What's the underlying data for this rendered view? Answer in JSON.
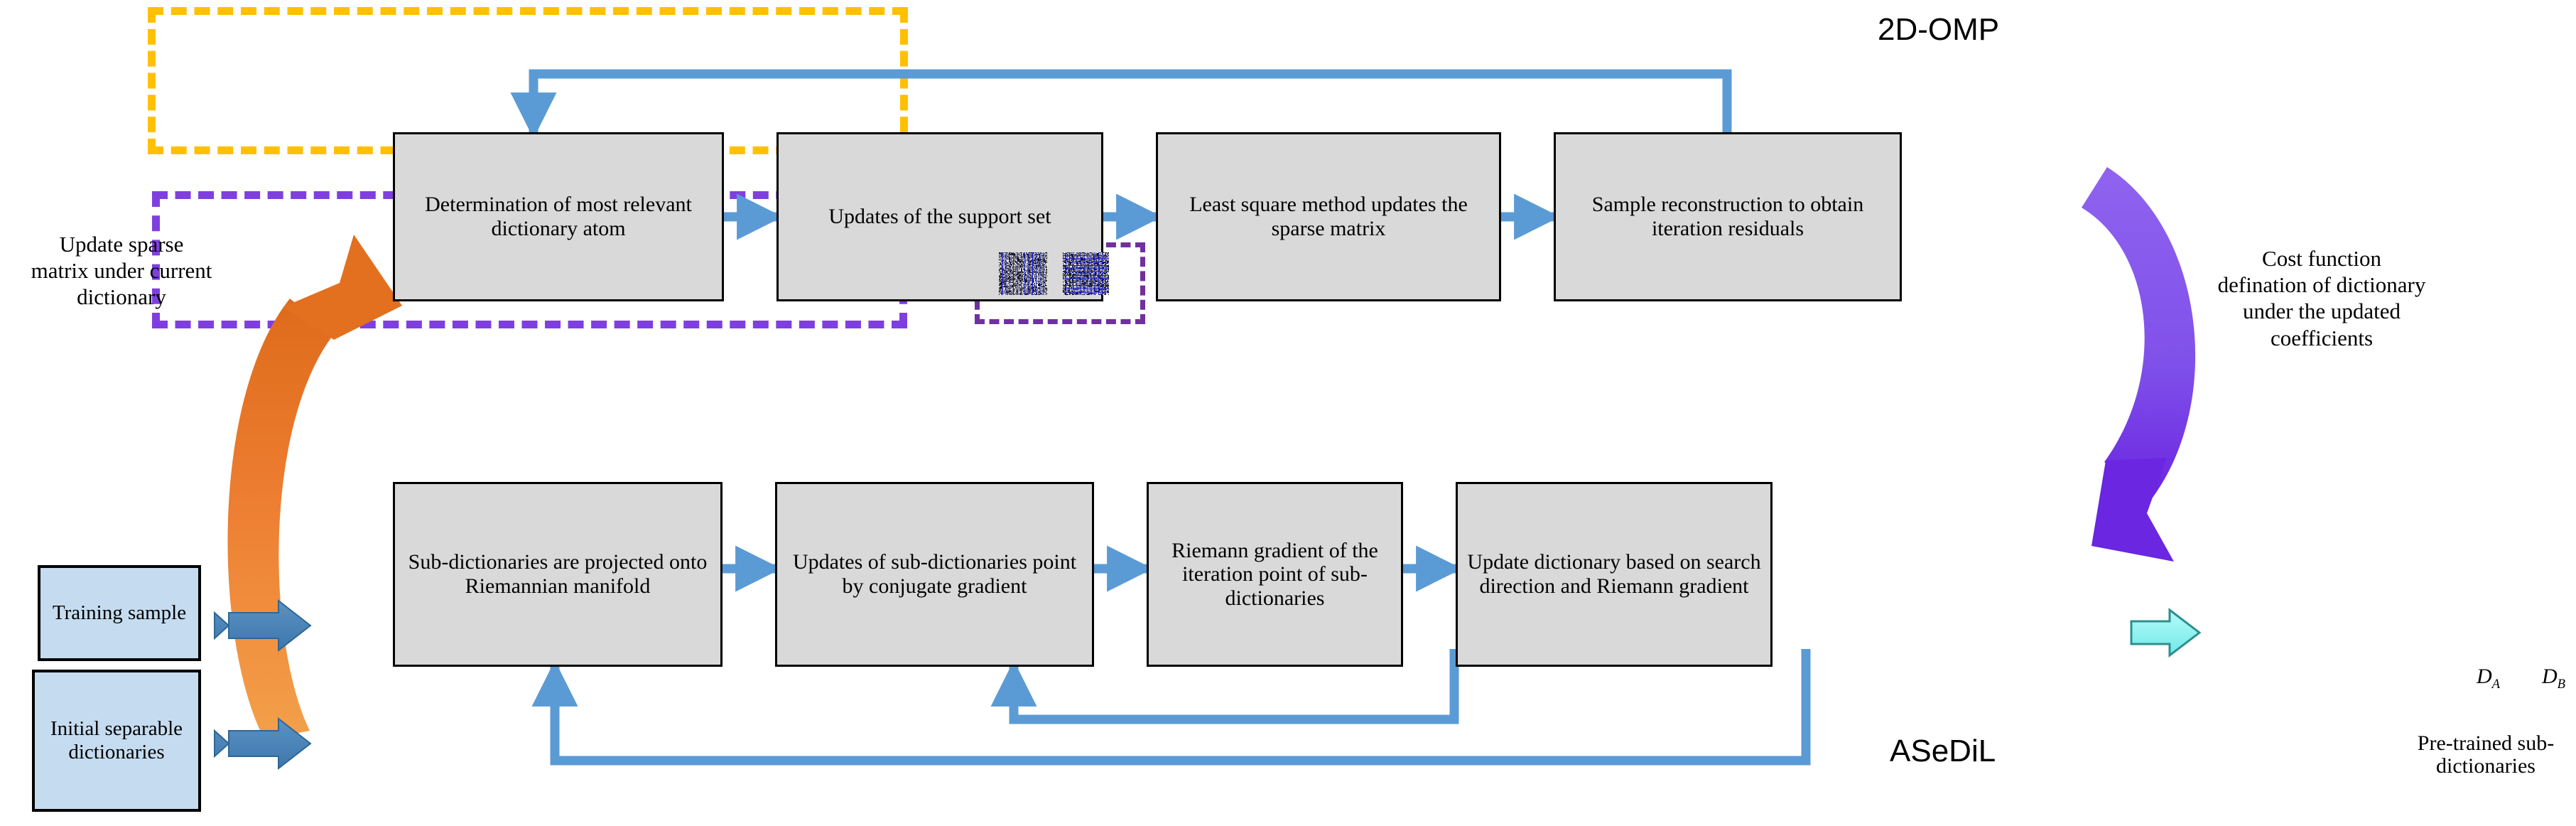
{
  "diagram": {
    "title": "ASeDiL + 2D-OMP dictionary learning flow",
    "colors": {
      "omp_border": "#ffc000",
      "asedil_border": "#7f3fe0",
      "output_border": "#7030a0",
      "process_fill": "#d9d9d9",
      "input_fill": "#c5dcf0",
      "flow_arrow": "#5b9bd5",
      "orange_arrow": "#ed7d31",
      "purple_arrow": "#7f3fe0",
      "cyan_arrow": "#7ef0ec",
      "input_arrow": "#4a86b8"
    }
  },
  "regions": {
    "omp": {
      "label": "2D-OMP"
    },
    "asedil": {
      "label": "ASeDiL"
    }
  },
  "omp_steps": [
    {
      "id": "omp-1",
      "text": "Determination of most relevant dictionary atom"
    },
    {
      "id": "omp-2",
      "text": "Updates of the support set"
    },
    {
      "id": "omp-3",
      "text": "Least square method updates the sparse matrix"
    },
    {
      "id": "omp-4",
      "text": "Sample reconstruction to obtain iteration residuals"
    }
  ],
  "asedil_steps": [
    {
      "id": "ase-1",
      "text": "Sub-dictionaries are projected onto Riemannian manifold"
    },
    {
      "id": "ase-2",
      "text": "Updates of sub-dictionaries point by conjugate gradient"
    },
    {
      "id": "ase-3",
      "text": "Riemann gradient of the iteration point of sub-dictionaries"
    },
    {
      "id": "ase-4",
      "text": "Update dictionary based on search direction and Riemann gradient"
    }
  ],
  "inputs": [
    {
      "id": "input-training-sample",
      "text": "Training sample"
    },
    {
      "id": "input-initial-dictionaries",
      "text": "Initial separable dictionaries"
    }
  ],
  "captions": {
    "left": "Update sparse matrix under current dictionary",
    "right": "Cost function defination of dictionary under the updated coefficients"
  },
  "output": {
    "thumb_a_label": "D",
    "thumb_a_sub": "A",
    "thumb_b_label": "D",
    "thumb_b_sub": "B",
    "caption": "Pre-trained sub-dictionaries"
  },
  "icons": {
    "flow_arrow": "right-arrow-icon",
    "feedback_arrow": "feedback-arrow-icon",
    "orange_loop": "orange-curved-arrow-icon",
    "purple_loop": "purple-curved-arrow-icon",
    "cyan_out": "cyan-block-arrow-icon",
    "input_arrow": "blue-block-arrow-icon"
  }
}
